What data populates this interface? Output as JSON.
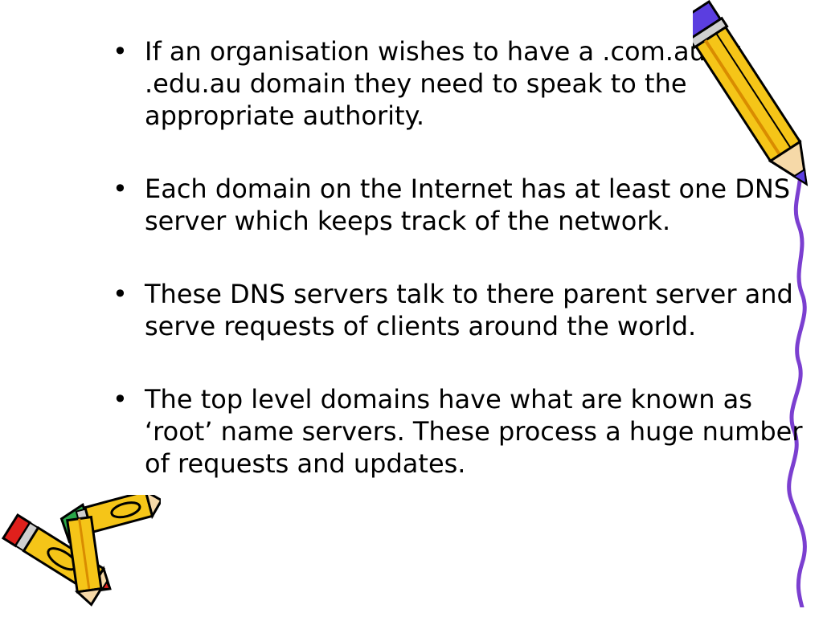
{
  "slide": {
    "bullet_glyph": "•",
    "bullets": [
      "If an organisation wishes to have a .com.au or .edu.au domain they need to speak to the appropriate authority.",
      "Each domain on the Internet has at least one DNS server which keeps track of the network.",
      "These DNS servers talk to there parent server and serve requests of clients around the world.",
      "The top level domains have what are known as ‘root’ name servers. These process a huge number of requests and updates."
    ]
  },
  "decorations": {
    "top_right": "pencil-clipart",
    "right_edge": "squiggle-line",
    "bottom_left": "pencils-clipart"
  },
  "colors": {
    "pencil_body": "#f5c518",
    "pencil_tip_blue": "#5b3ee0",
    "pencil_outline": "#000000",
    "eraser_red": "#e0201c",
    "eraser_green": "#2aa84a",
    "squiggle": "#7b3fd0"
  }
}
